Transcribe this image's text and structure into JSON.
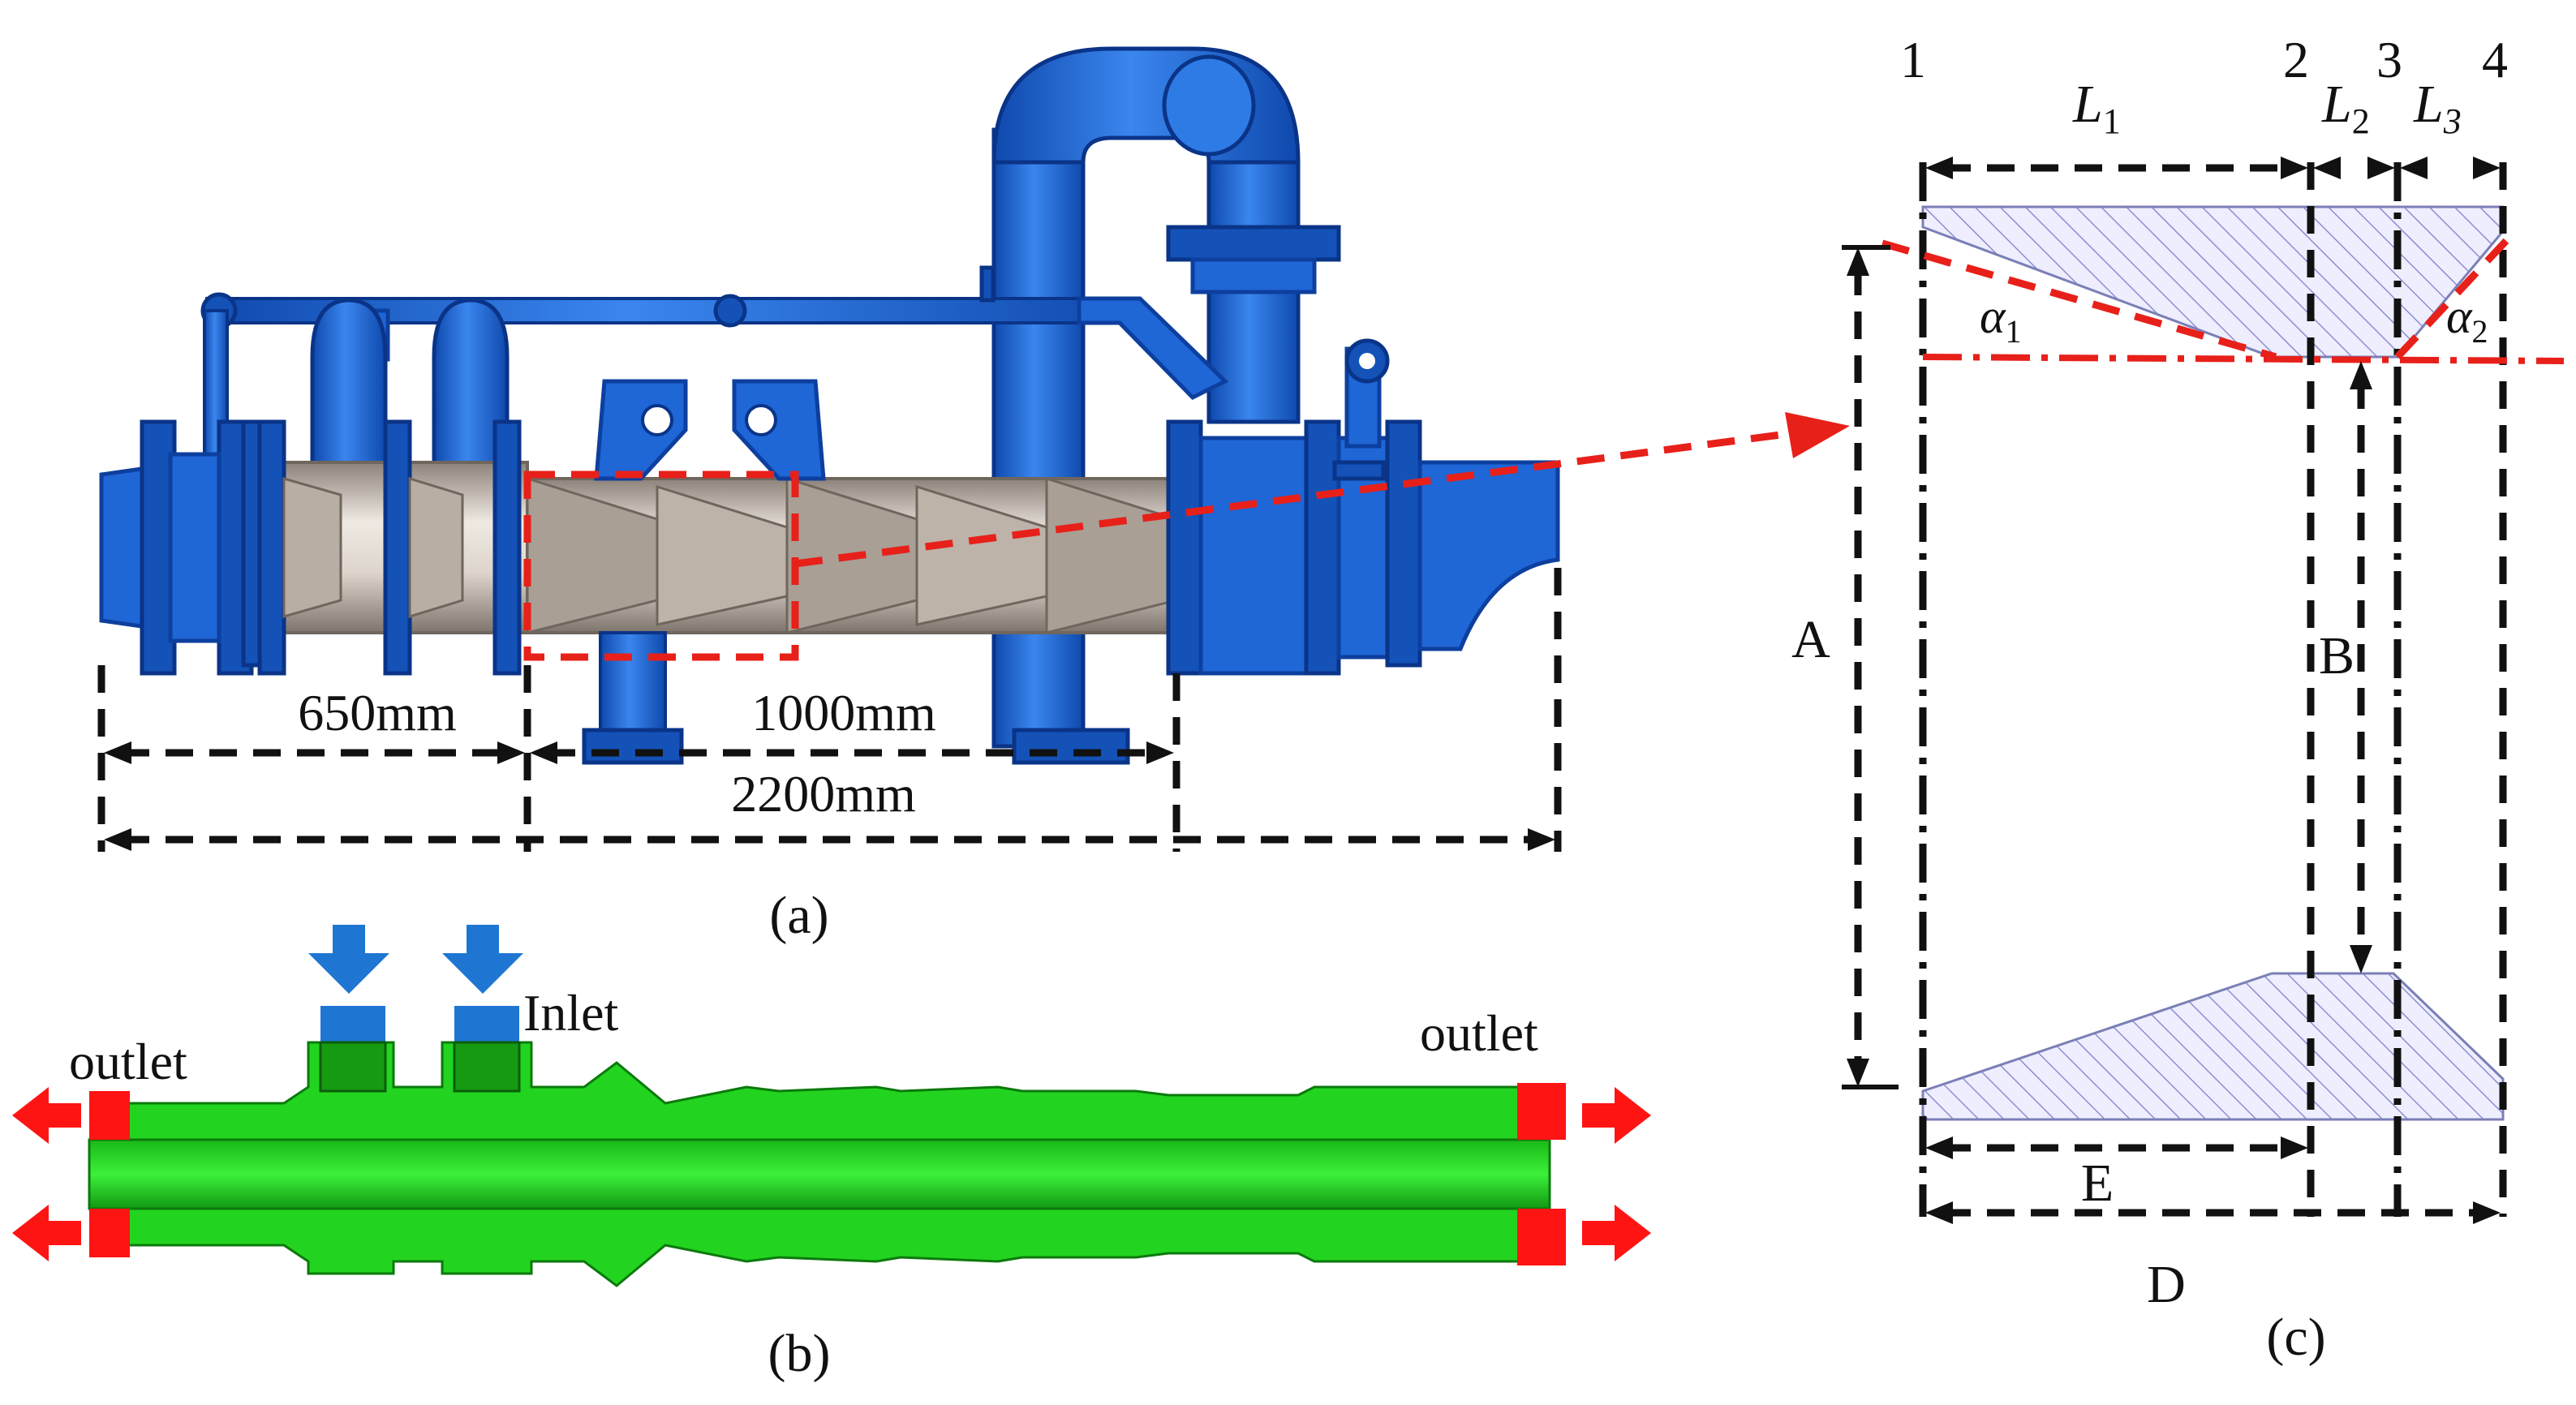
{
  "panel_a": {
    "caption": "(a)",
    "dim_650": "650mm",
    "dim_1000": "1000mm",
    "dim_2200": "2200mm"
  },
  "panel_b": {
    "caption": "(b)",
    "inlet_label": "Inlet",
    "outlet_left": "outlet",
    "outlet_right": "outlet"
  },
  "panel_c": {
    "caption": "(c)",
    "section_1": "1",
    "section_2": "2",
    "section_3": "3",
    "section_4": "4",
    "L1": "L",
    "L1_sub": "1",
    "L2": "L",
    "L2_sub": "2",
    "L3": "L",
    "L3_sub": "3",
    "alpha1": "α",
    "alpha1_sub": "1",
    "alpha2": "α",
    "alpha2_sub": "2",
    "A": "A",
    "B": "B",
    "D": "D",
    "E": "E"
  },
  "colors": {
    "apparatus_blue": "#1f66d6",
    "steel_section": "#cfc7bd",
    "fluid_green": "#22d41f",
    "outlet_red": "#ff1414",
    "annotation_red": "#e8201a",
    "hatch": "#7b7fb6"
  }
}
